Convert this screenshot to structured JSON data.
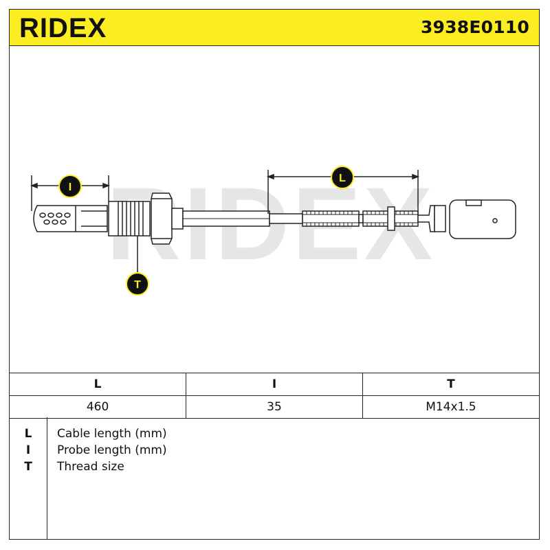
{
  "header": {
    "brand": "RIDEX",
    "part_number": "3938E0110",
    "background_color": "#fbed21"
  },
  "drawing": {
    "watermark": "RIDEX",
    "callouts": [
      {
        "key": "probe",
        "label": "I"
      },
      {
        "key": "thread",
        "label": "T"
      },
      {
        "key": "cable",
        "label": "L"
      }
    ]
  },
  "spec_table": {
    "headers": [
      "L",
      "I",
      "T"
    ],
    "values": [
      "460",
      "35",
      "M14x1.5"
    ]
  },
  "legend": [
    {
      "key": "L",
      "description": "Cable length (mm)"
    },
    {
      "key": "I",
      "description": "Probe length (mm)"
    },
    {
      "key": "T",
      "description": "Thread size"
    }
  ]
}
